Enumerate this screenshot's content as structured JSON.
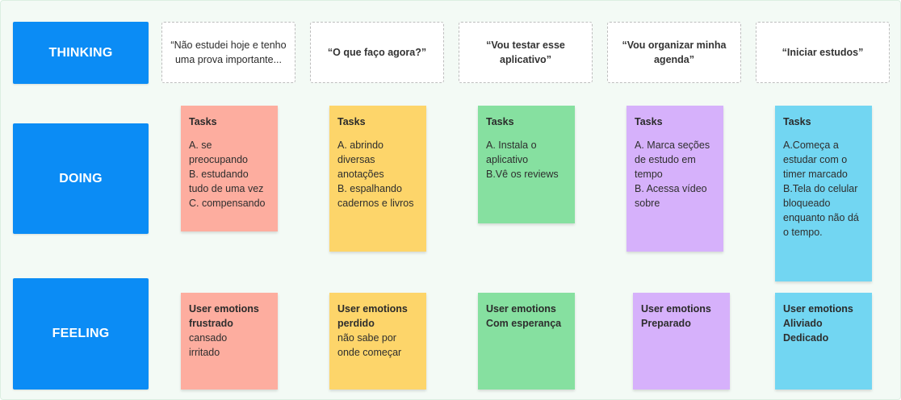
{
  "rows": {
    "thinking": "THINKING",
    "doing": "DOING",
    "feeling": "FEELING"
  },
  "thoughts": [
    "“Não estudei hoje e tenho uma prova importante...",
    "“O que faço agora?”",
    "“Vou testar esse aplicativo”",
    "“Vou organizar minha agenda”",
    "“Iniciar estudos”"
  ],
  "tasks": [
    {
      "title": "Tasks",
      "lines": [
        "A. se",
        "preocupando",
        "B. estudando",
        "tudo de uma vez",
        "C. compensando"
      ]
    },
    {
      "title": "Tasks",
      "lines": [
        "A. abrindo",
        "diversas",
        "anotações",
        "B. espalhando",
        "cadernos e livros"
      ]
    },
    {
      "title": "Tasks",
      "lines": [
        "A. Instala o",
        "aplicativo",
        "B.Vê os reviews"
      ]
    },
    {
      "title": "Tasks",
      "lines": [
        "A. Marca seções",
        "de estudo em",
        "tempo",
        "B. Acessa  vídeo",
        "sobre"
      ]
    },
    {
      "title": "Tasks",
      "lines": [
        "A.Começa a",
        "estudar com o",
        "timer marcado",
        "B.Tela do celular",
        "bloqueado",
        "enquanto não dá",
        "o tempo."
      ]
    }
  ],
  "emotions": [
    {
      "title": "User emotions",
      "bold": [
        "frustrado"
      ],
      "lines": [
        "cansado",
        "irritado"
      ]
    },
    {
      "title": "User emotions",
      "bold": [
        "perdido"
      ],
      "lines": [
        "não sabe por",
        "onde começar"
      ]
    },
    {
      "title": "User emotions",
      "bold": [
        "Com esperança"
      ],
      "lines": []
    },
    {
      "title": "User emotions",
      "bold": [
        "Preparado"
      ],
      "lines": []
    },
    {
      "title": "User emotions",
      "bold": [
        "Aliviado",
        "Dedicado"
      ],
      "lines": []
    }
  ],
  "colors": {
    "label_blue": "#0b8cf5",
    "salmon": "#fdad9f",
    "yellow": "#fdd56a",
    "green": "#86e0a0",
    "purple": "#d6b1fb",
    "blue": "#72d6f2"
  }
}
